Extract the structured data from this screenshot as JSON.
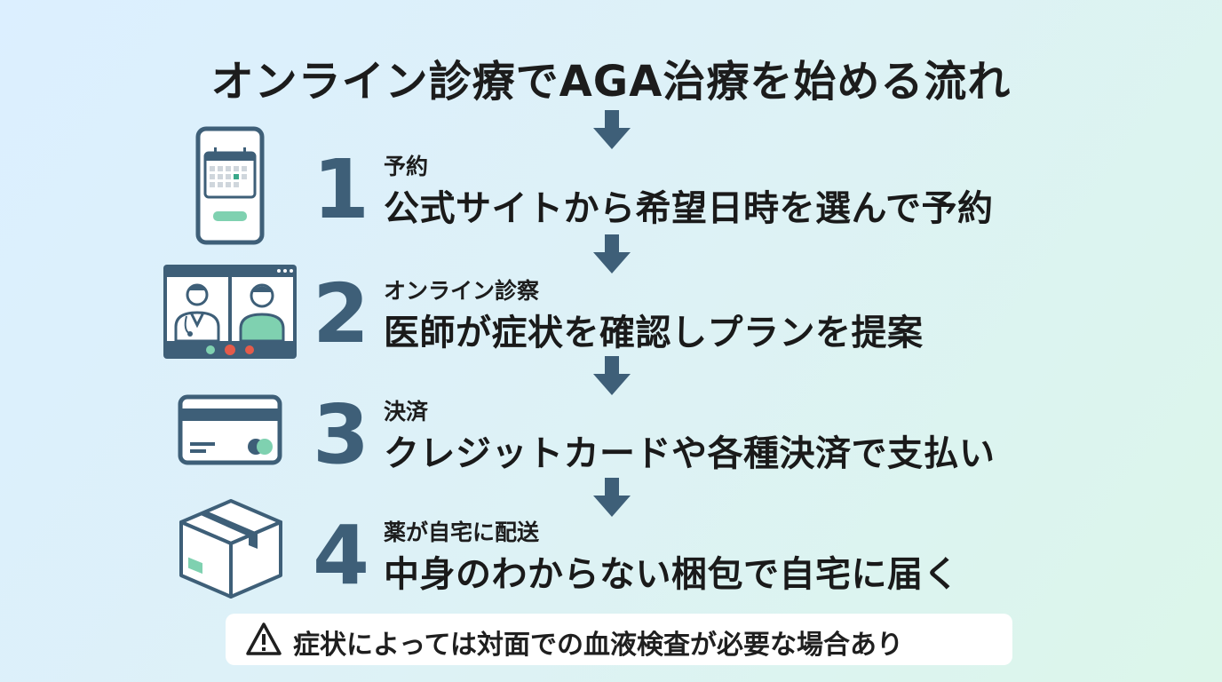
{
  "title": "オンライン診療でAGA治療を始める流れ",
  "steps": [
    {
      "number": "1",
      "heading": "予約",
      "description": "公式サイトから希望日時を選んで予約",
      "icon": "smartphone-calendar-icon"
    },
    {
      "number": "2",
      "heading": "オンライン診察",
      "description": "医師が症状を確認しプランを提案",
      "icon": "video-call-icon"
    },
    {
      "number": "3",
      "heading": "決済",
      "description": "クレジットカードや各種決済で支払い",
      "icon": "credit-card-icon"
    },
    {
      "number": "4",
      "heading": "薬が自宅に配送",
      "description": "中身のわからない梱包で自宅に届く",
      "icon": "package-box-icon"
    }
  ],
  "note": {
    "icon": "warning-icon",
    "text": "症状によっては対面での血液検査が必要な場合あり"
  },
  "colors": {
    "primary": "#3e5f78",
    "accent": "#7fd1b0",
    "background_start": "#dcefff",
    "background_end": "#dcf6ea"
  }
}
